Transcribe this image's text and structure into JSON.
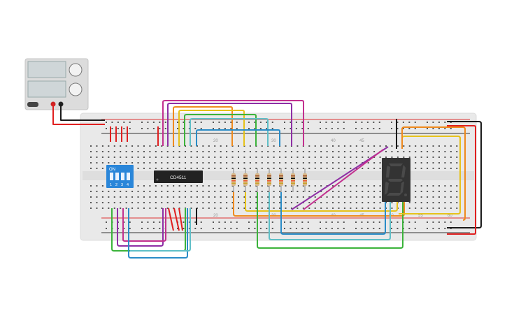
{
  "canvas": {
    "background": "#ffffff"
  },
  "power_supply": {
    "body_color": "#dcdcdc",
    "display_color": "#cfd6d8",
    "terminal_plus_color": "#cc2222",
    "terminal_minus_color": "#222222",
    "knob_labels": [
      "",
      ""
    ]
  },
  "breadboard": {
    "color": "#e9e9e9",
    "rail_red": "#d33",
    "rail_black": "#333",
    "hole_color": "#555555",
    "column_numbers": [
      "20",
      "30",
      "40",
      "45"
    ],
    "column_numbers_bottom": [
      "20",
      "30",
      "40",
      "45",
      "50",
      "55",
      "60"
    ]
  },
  "dip_switch": {
    "on_label": "ON",
    "numbers": [
      "1",
      "2",
      "3",
      "4"
    ],
    "color": "#2a86d9"
  },
  "ic": {
    "label": "CD4511",
    "color": "#222222"
  },
  "resistors": {
    "count": 7,
    "body_color": "#d8b98a"
  },
  "seven_segment": {
    "digit": "8.",
    "body_color": "#333333",
    "segment_color": "#4a4a4a"
  },
  "wire_colors": {
    "purple": "#8e2fa5",
    "magenta": "#c3308f",
    "yellow": "#e6c21a",
    "orange": "#ef8a1e",
    "green": "#3bb33b",
    "teal": "#5fbfc7",
    "blue": "#2a8cc7",
    "red": "#e02020",
    "black": "#1a1a1a"
  }
}
